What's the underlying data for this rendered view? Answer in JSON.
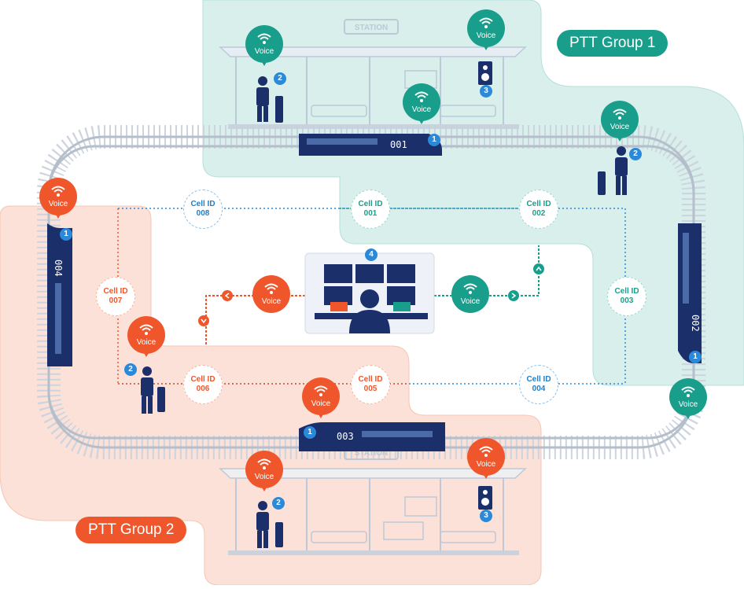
{
  "groups": {
    "group1": {
      "label": "PTT Group 1",
      "color": "#1a9e8c"
    },
    "group2": {
      "label": "PTT Group 2",
      "color": "#f0562b"
    }
  },
  "voice_label": "Voice",
  "station_sign": "STATION",
  "cells": [
    {
      "id": "008",
      "text": "Cell ID",
      "num": "008"
    },
    {
      "id": "001",
      "text": "Cell ID",
      "num": "001"
    },
    {
      "id": "002",
      "text": "Cell ID",
      "num": "002"
    },
    {
      "id": "003",
      "text": "Cell ID",
      "num": "003"
    },
    {
      "id": "004",
      "text": "Cell ID",
      "num": "004"
    },
    {
      "id": "005",
      "text": "Cell ID",
      "num": "005"
    },
    {
      "id": "006",
      "text": "Cell ID",
      "num": "006"
    },
    {
      "id": "007",
      "text": "Cell ID",
      "num": "007"
    }
  ],
  "trains": [
    "001",
    "002",
    "003",
    "004"
  ],
  "badges": {
    "train": "1",
    "person": "2",
    "speaker": "3",
    "dispatch": "4"
  },
  "colors": {
    "teal": "#1a9e8c",
    "orange": "#f0562b",
    "navy": "#1b2f6b",
    "blue": "#2a8ad9"
  }
}
